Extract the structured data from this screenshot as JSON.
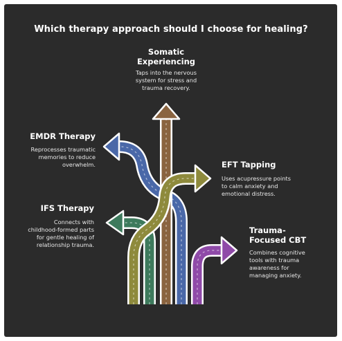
{
  "title": "Which therapy approach should I choose for healing?",
  "colors": {
    "background": "#2b2b2b",
    "somatic": "#8a6440",
    "emdr": "#4a68a8",
    "eft": "#8e8a3c",
    "ifs": "#3d7a5c",
    "tfcbt": "#8f4aa8",
    "outline": "#ffffff"
  },
  "options": [
    {
      "key": "somatic",
      "heading": "Somatic Experiencing",
      "description": "Taps into the nervous system for stress and trauma recovery."
    },
    {
      "key": "emdr",
      "heading": "EMDR Therapy",
      "description": "Reprocesses traumatic memories to reduce overwhelm."
    },
    {
      "key": "eft",
      "heading": "EFT Tapping",
      "description": "Uses acupressure points to calm anxiety and emotional distress."
    },
    {
      "key": "ifs",
      "heading": "IFS Therapy",
      "description": "Connects with childhood-formed parts for gentle healing of relationship trauma."
    },
    {
      "key": "tfcbt",
      "heading": "Trauma-Focused CBT",
      "description": "Combines cognitive tools with trauma awareness for managing anxiety."
    }
  ]
}
